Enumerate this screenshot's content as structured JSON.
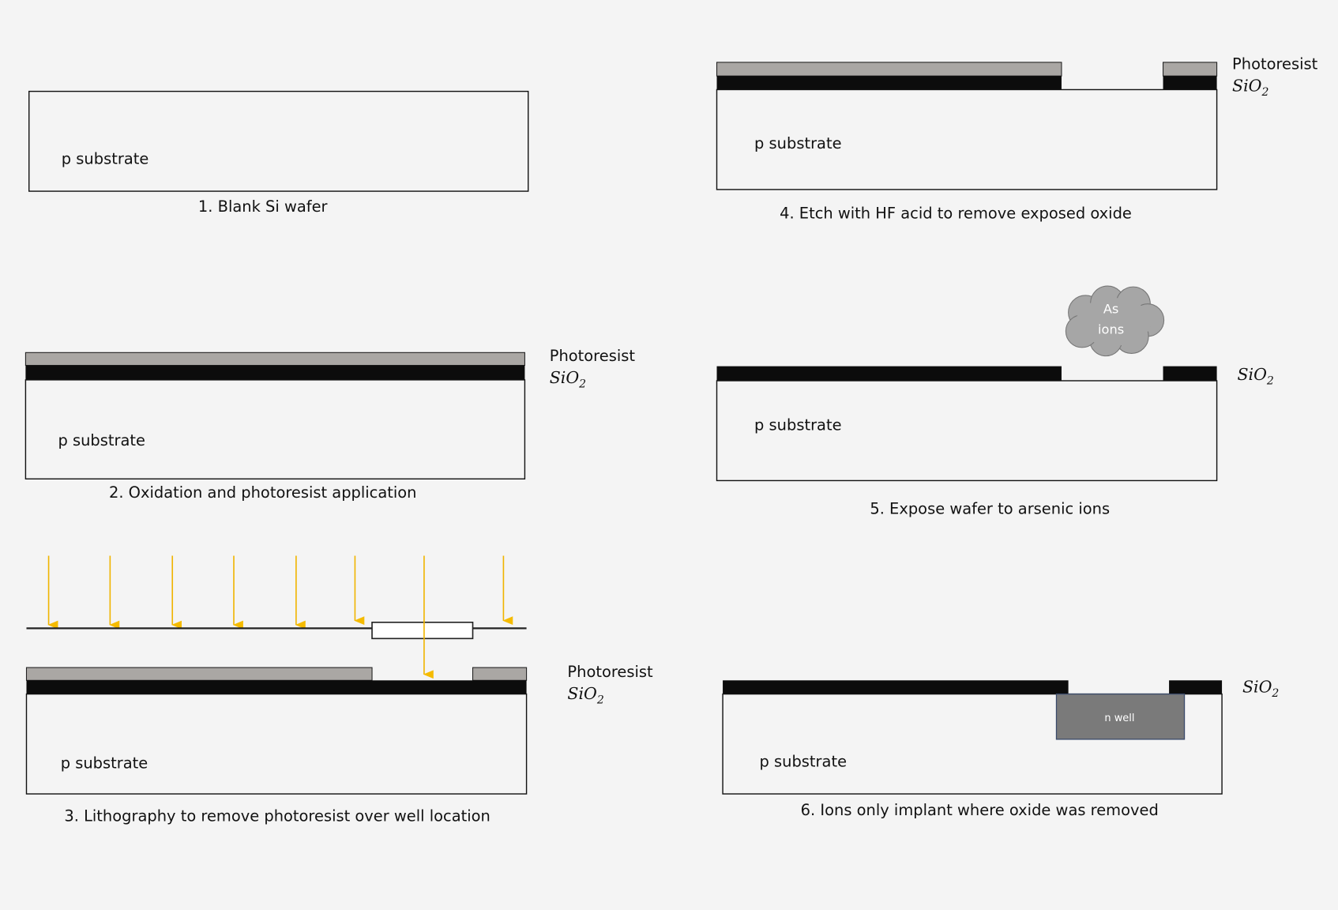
{
  "labels": {
    "p_substrate": "p substrate",
    "photoresist": "Photoresist",
    "sio2_main": "SiO",
    "sio2_sub": "2",
    "as_line1": "As",
    "as_line2": "ions",
    "n_well": "n well"
  },
  "steps": [
    {
      "caption": "1. Blank Si wafer"
    },
    {
      "caption": "2. Oxidation and photoresist application"
    },
    {
      "caption": "3. Lithography to remove photoresist over well location"
    },
    {
      "caption": "4. Etch with HF acid to remove exposed oxide"
    },
    {
      "caption": "5. Expose wafer to arsenic ions"
    },
    {
      "caption": "6. Ions only implant where oxide was removed"
    }
  ],
  "colors": {
    "photoresist": "#aaa7a4",
    "oxide": "#0c0c0c",
    "uv_light": "#f5bb00",
    "n_well": "#7a7a7a"
  }
}
